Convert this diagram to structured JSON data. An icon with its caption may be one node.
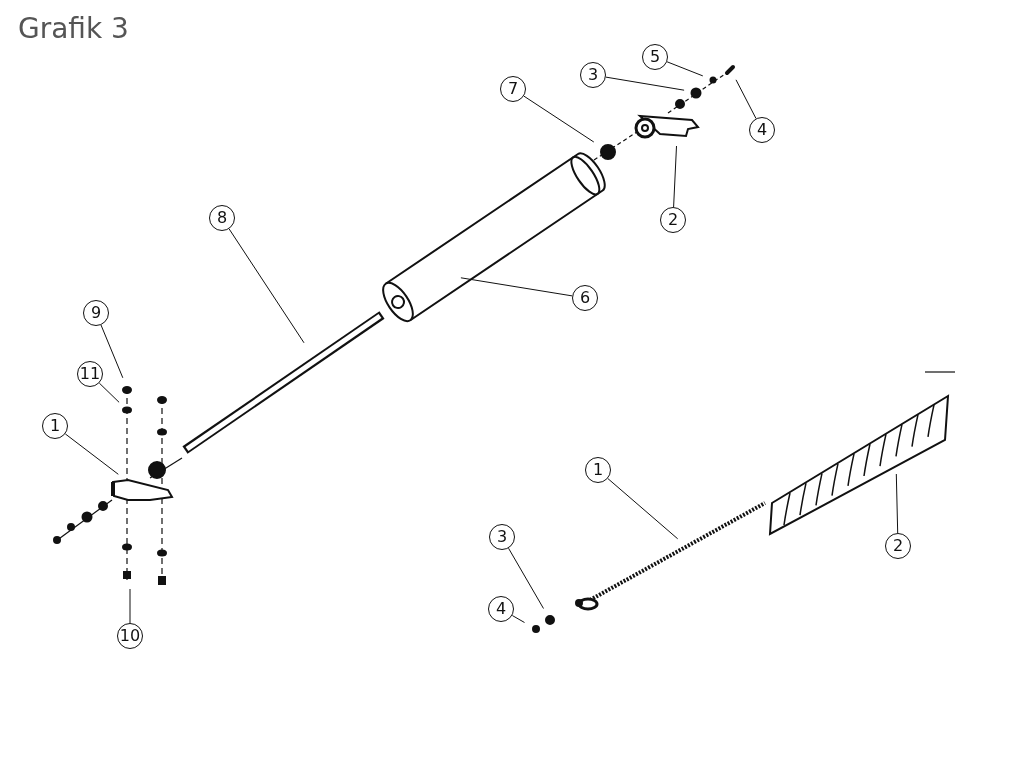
{
  "diagram": {
    "title": "Grafik 3",
    "nodes": [
      {
        "text": [
          "5"
        ]
      },
      {
        "text": [
          "3"
        ]
      },
      {
        "text": [
          "7"
        ]
      },
      {
        "text": [
          "4"
        ]
      },
      {
        "text": [
          "2"
        ]
      },
      {
        "text": [
          "8"
        ]
      },
      {
        "text": [
          "6"
        ]
      },
      {
        "text": [
          "9"
        ]
      },
      {
        "text": [
          "11"
        ]
      },
      {
        "text": [
          "1"
        ]
      },
      {
        "text": [
          "1"
        ]
      },
      {
        "text": [
          "3"
        ]
      },
      {
        "text": [
          "2"
        ]
      },
      {
        "text": [
          "4"
        ]
      },
      {
        "text": [
          "10"
        ]
      }
    ],
    "edges": [
      {
        "from": 0,
        "to": null,
        "arrow": "none"
      },
      {
        "from": 1,
        "to": null,
        "arrow": "none"
      },
      {
        "from": 2,
        "to": null,
        "arrow": "none"
      },
      {
        "from": 3,
        "to": null,
        "arrow": "none"
      },
      {
        "from": 4,
        "to": null,
        "arrow": "none"
      },
      {
        "from": 5,
        "to": null,
        "arrow": "none"
      },
      {
        "from": 6,
        "to": null,
        "arrow": "none"
      },
      {
        "from": 7,
        "to": null,
        "arrow": "none"
      },
      {
        "from": 8,
        "to": null,
        "arrow": "none"
      },
      {
        "from": 9,
        "to": null,
        "arrow": "none"
      },
      {
        "from": 10,
        "to": null,
        "arrow": "none"
      },
      {
        "from": 11,
        "to": null,
        "arrow": "none"
      },
      {
        "from": 12,
        "to": null,
        "arrow": "none"
      },
      {
        "from": 13,
        "to": null,
        "arrow": "none"
      },
      {
        "from": 14,
        "to": null,
        "arrow": "none"
      }
    ]
  }
}
